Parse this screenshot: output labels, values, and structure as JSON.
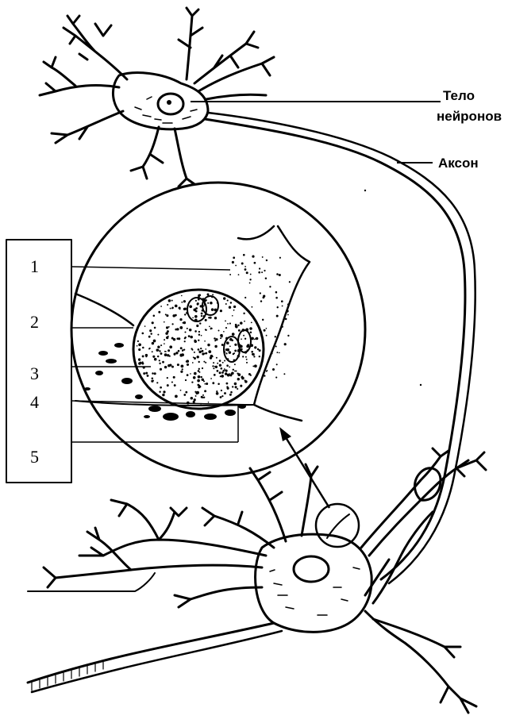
{
  "labels": {
    "cell_body": [
      "Тело",
      "нейронов"
    ],
    "axon": "Аксон"
  },
  "numbered_labels": [
    "1",
    "2",
    "3",
    "4",
    "5"
  ],
  "colors": {
    "ink": "#000000",
    "background": "#ffffff"
  }
}
